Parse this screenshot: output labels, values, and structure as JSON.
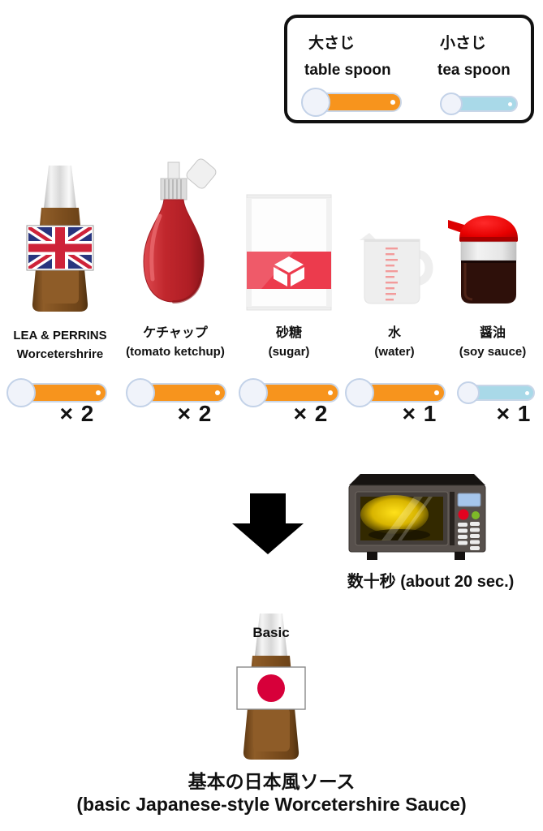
{
  "legend": {
    "tablespoon": {
      "jp": "大さじ",
      "en": "table spoon",
      "icon": "tablespoon-icon",
      "color": "#F7941D"
    },
    "teaspoon": {
      "jp": "小さじ",
      "en": "tea spoon",
      "icon": "teaspoon-icon",
      "color": "#A9D9E8"
    }
  },
  "ingredients": [
    {
      "line1": "LEA & PERRINS",
      "line2": "Worcetershrire",
      "icon": "worcestershire-bottle-icon",
      "spoon": "tablespoon",
      "amount": "× 2"
    },
    {
      "line1": "ケチャップ",
      "line2": "(tomato ketchup)",
      "icon": "ketchup-bottle-icon",
      "spoon": "tablespoon",
      "amount": "× 2"
    },
    {
      "line1": "砂糖",
      "line2": "(sugar)",
      "icon": "sugar-bag-icon",
      "spoon": "tablespoon",
      "amount": "× 2"
    },
    {
      "line1": "水",
      "line2": "(water)",
      "icon": "measuring-cup-icon",
      "spoon": "tablespoon",
      "amount": "× 1"
    },
    {
      "line1": "醤油",
      "line2": "(soy sauce)",
      "icon": "soy-sauce-dispenser-icon",
      "spoon": "teaspoon",
      "amount": "× 1"
    }
  ],
  "process": {
    "caption": "数十秒 (about 20 sec.)"
  },
  "result": {
    "cap_label": "Basic",
    "title_jp": "基本の日本風ソース",
    "title_en": "(basic Japanese-style Worcetershire Sauce)"
  },
  "colors": {
    "tablespoon_orange": "#F7941D",
    "teaspoon_blue": "#A9D9E8",
    "spoon_bowl": "#F0F3FA",
    "bottle_brown": "#7C4E1E",
    "ketchup_red": "#C1272D",
    "sugar_band_red": "#EC3B4D",
    "water_tick_pink": "#F29B9B",
    "soy_cap_red": "#E30613",
    "soy_liquid_brown": "#2E100A",
    "union_jack_blue": "#28357E",
    "union_jack_red": "#CE2339",
    "japan_flag_red": "#D7003A",
    "arrow_black": "#000000",
    "microwave_gray": "#57504C"
  }
}
